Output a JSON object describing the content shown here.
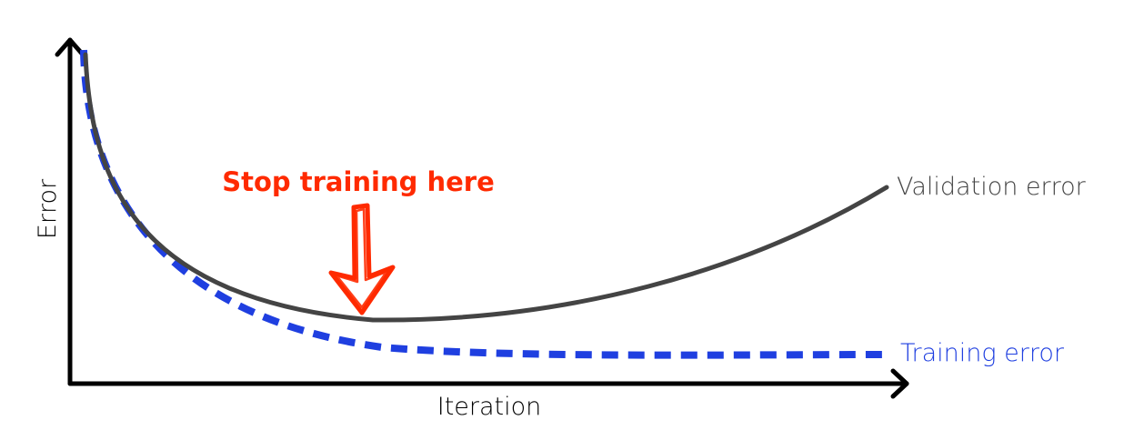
{
  "axes": {
    "x_label": "Iteration",
    "y_label": "Error"
  },
  "curves": {
    "validation": {
      "label": "Validation error",
      "color": "#444444",
      "style": "solid"
    },
    "training": {
      "label": "Training error",
      "color": "#1f3fe0",
      "style": "dashed"
    }
  },
  "annotation": {
    "text": "Stop training here",
    "color": "#ff2a00",
    "icon": "down-arrow-icon"
  }
}
